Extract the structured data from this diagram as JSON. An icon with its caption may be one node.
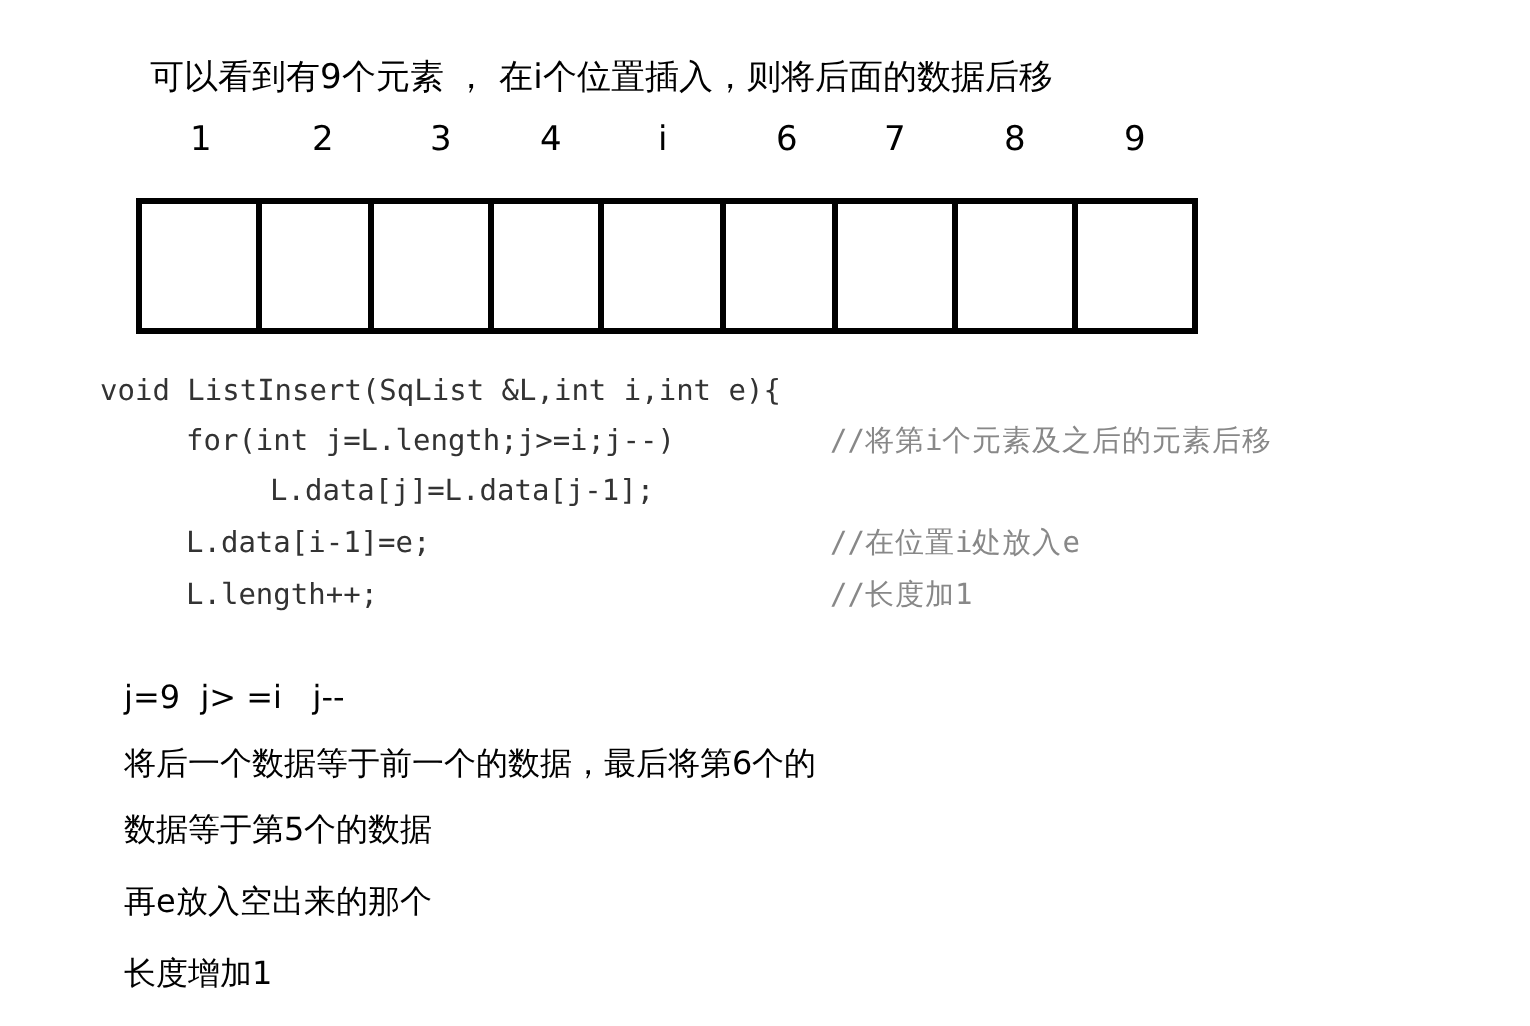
{
  "diagram": {
    "title": "可以看到有9个元素 ， 在i个位置插入，则将后面的数据后移",
    "nodes": [
      {
        "text": [],
        "shape": "box"
      },
      {
        "text": [],
        "shape": "box"
      },
      {
        "text": [],
        "shape": "box"
      },
      {
        "text": [],
        "shape": "box"
      },
      {
        "text": [],
        "shape": "box"
      },
      {
        "text": [],
        "shape": "box"
      },
      {
        "text": [],
        "shape": "box"
      },
      {
        "text": [],
        "shape": "box"
      },
      {
        "text": [],
        "shape": "box"
      }
    ],
    "labels": [
      "1",
      "2",
      "3",
      "4",
      "i",
      "6",
      "7",
      "8",
      "9",
      "void ListInsert(SqList &L,int i,int e){",
      "for(int j=L.length;j>=i;j--)",
      "//将第i个元素及之后的元素后移",
      "L.data[j]=L.data[j-1];",
      "L.data[i-1]=e;",
      "//在位置i处放入e",
      "L.length++;",
      "//长度加1",
      "j=9  j> =i   j--",
      "将后一个数据等于前一个的数据，最后将第6个的",
      "数据等于第5个的数据",
      "再e放入空出来的那个",
      "长度增加1"
    ]
  }
}
